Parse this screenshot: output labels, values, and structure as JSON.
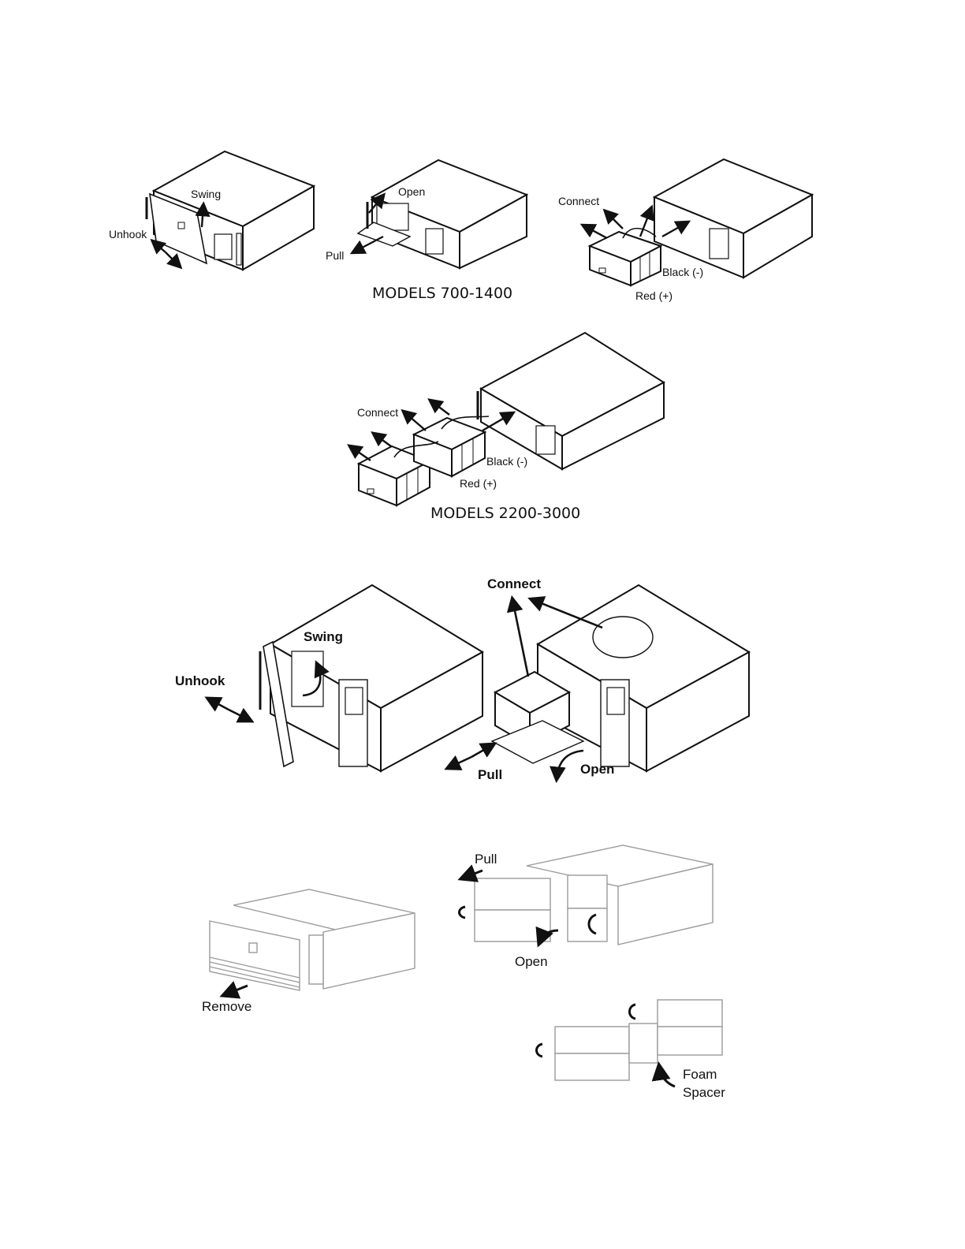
{
  "fig1": {
    "labels": {
      "swing": "Swing",
      "unhook": "Unhook",
      "open": "Open",
      "pull": "Pull",
      "connect": "Connect",
      "black": "Black (-)",
      "red": "Red (+)"
    },
    "caption": "MODELS 700-1400"
  },
  "fig2": {
    "labels": {
      "connect": "Connect",
      "black": "Black (-)",
      "red": "Red (+)"
    },
    "caption": "MODELS 2200-3000"
  },
  "fig3": {
    "labels": {
      "connect": "Connect",
      "swing": "Swing",
      "unhook": "Unhook",
      "pull": "Pull",
      "open": "Open"
    }
  },
  "fig4": {
    "labels": {
      "pull": "Pull",
      "open": "Open",
      "remove": "Remove",
      "foam1": "Foam",
      "foam2": "Spacer"
    }
  }
}
